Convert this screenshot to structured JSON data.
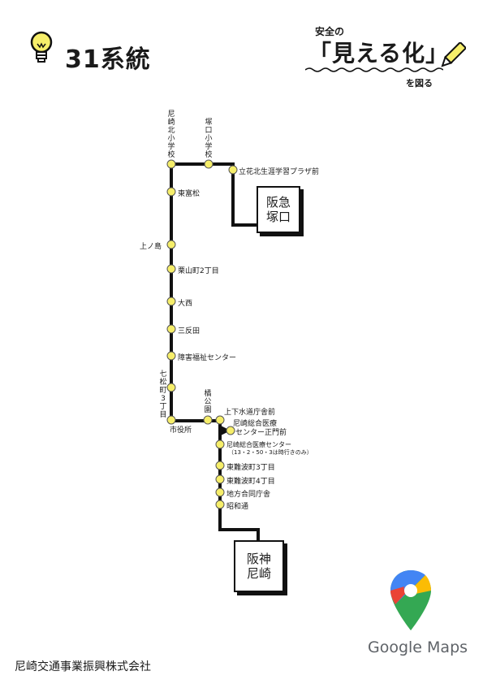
{
  "header": {
    "route_name": "31系統",
    "slogan_top": "安全の",
    "slogan_main": "「見える化」",
    "slogan_bottom": "を図る"
  },
  "stops": {
    "amagasaki_kita_shogakko": "尼崎北小学校",
    "tsukaguchi_shogakko": "塚口小学校",
    "tachibana_kita_plaza": "立花北生涯学習プラザ前",
    "higashi_tomimatsu": "東富松",
    "kaminoshima": "上ノ島",
    "kuriyamacho_2": "栗山町2丁目",
    "onishi": "大西",
    "sanhanda": "三反田",
    "shogai_fukushi_center": "障害福祉センター",
    "shichimatsucho_3": "七松町3丁目",
    "shiyakusho": "市役所",
    "tachibana_koen": "橘公園",
    "jogesuido_chosha": "上下水道庁舎前",
    "sogo_iryo_seimon_1": "尼崎総合医療",
    "sogo_iryo_seimon_2": "センター正門前",
    "sogo_iryo_center": "尼崎総合医療センター",
    "sogo_iryo_center_note": "（13・2・50・3は時行きのみ）",
    "higashi_nanba_3": "東難波町3丁目",
    "higashi_nanba_4": "東難波町4丁目",
    "chiho_godo_chosha": "地方合同庁舎",
    "showa_dori": "昭和通"
  },
  "terminals": {
    "hankyu_1": "阪急",
    "hankyu_2": "塚口",
    "hanshin_1": "阪神",
    "hanshin_2": "尼崎"
  },
  "footer": {
    "company": "尼崎交通事業振興株式会社",
    "maps_brand": "Google Maps"
  },
  "colors": {
    "stop_fill": "#f6ee6a",
    "route_line": "#111111"
  }
}
